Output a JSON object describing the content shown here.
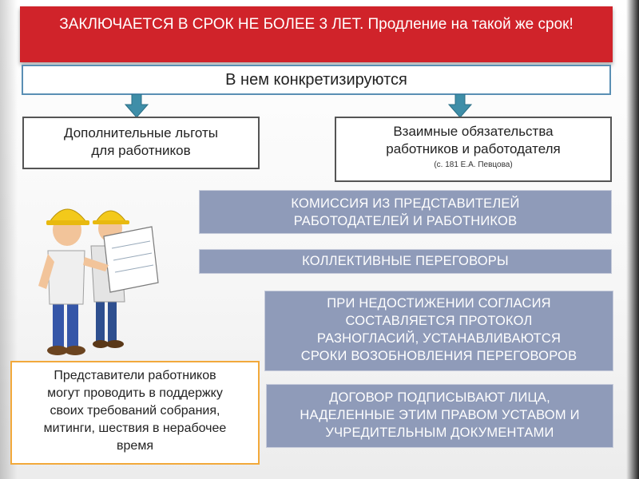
{
  "header": {
    "text": "ЗАКЛЮЧАЕТСЯ В СРОК НЕ БОЛЕЕ 3 ЛЕТ. Продление на такой же срок!"
  },
  "sub_header": {
    "text": "В нем конкретизируются"
  },
  "left_box": {
    "line1": "Дополнительные льготы",
    "line2": "для работников"
  },
  "right_box": {
    "line1": "Взаимные обязательства",
    "line2": "работников и работодателя",
    "source": "(с. 181 Е.А. Певцова)"
  },
  "blue_boxes": {
    "commission": {
      "line1": "КОМИССИЯ ИЗ ПРЕДСТАВИТЕЛЕЙ",
      "line2": "РАБОТОДАТЕЛЕЙ И РАБОТНИКОВ"
    },
    "negotiations": {
      "line1": "КОЛЛЕКТИВНЫЕ ПЕРЕГОВОРЫ"
    },
    "disagreement": {
      "line1": "ПРИ НЕДОСТИЖЕНИИ СОГЛАСИЯ",
      "line2": "СОСТАВЛЯЕТСЯ ПРОТОКОЛ",
      "line3": "РАЗНОГЛАСИЙ, УСТАНАВЛИВАЮТСЯ",
      "line4": "СРОКИ ВОЗОБНОВЛЕНИЯ ПЕРЕГОВОРОВ"
    },
    "signing": {
      "line1": "ДОГОВОР ПОДПИСЫВАЮТ ЛИЦА,",
      "line2": "НАДЕЛЕННЫЕ ЭТИМ ПРАВОМ УСТАВОМ И",
      "line3": "УЧРЕДИТЕЛЬНЫМ ДОКУМЕНТАМИ"
    }
  },
  "note": {
    "line1": "Представители работников",
    "line2": "могут проводить в поддержку",
    "line3": "своих требований собрания,",
    "line4": "митинги, шествия в нерабочее",
    "line5": "время"
  },
  "colors": {
    "header_red": "#d0232a",
    "blue_box": "#8f9bb9",
    "arrow_teal": "#3f8ea8",
    "note_border": "#f2a93b",
    "helmet_yellow": "#f3c91a"
  },
  "icons": {
    "arrow": "down-arrow-icon",
    "illustration": "construction-workers-illustration"
  }
}
